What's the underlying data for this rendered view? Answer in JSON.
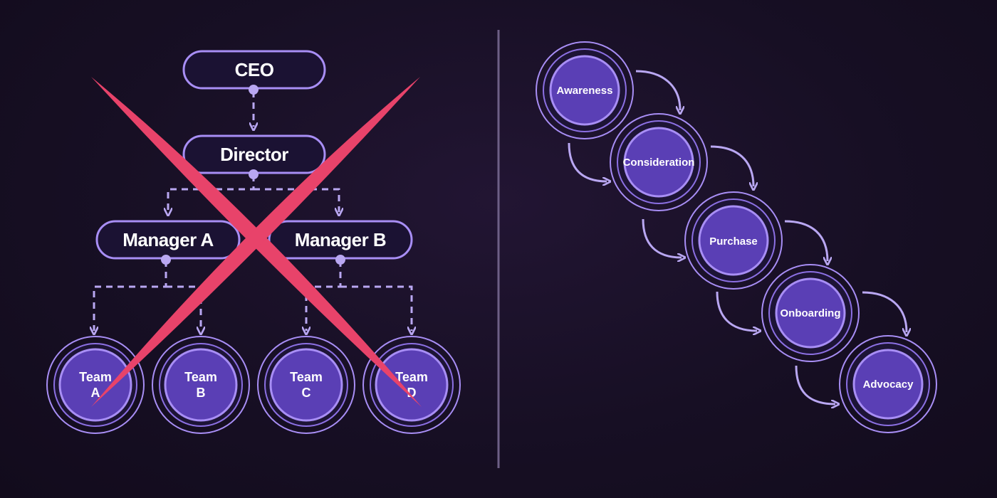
{
  "org_chart": {
    "ceo": "CEO",
    "director": "Director",
    "managers": [
      "Manager A",
      "Manager B"
    ],
    "teams": [
      {
        "line1": "Team",
        "line2": "A"
      },
      {
        "line1": "Team",
        "line2": "B"
      },
      {
        "line1": "Team",
        "line2": "C"
      },
      {
        "line1": "Team",
        "line2": "D"
      }
    ],
    "crossed_out": true
  },
  "journey": {
    "stages": [
      "Awareness",
      "Consideration",
      "Purchase",
      "Onboarding",
      "Advocacy"
    ]
  },
  "colors": {
    "background": "#170f24",
    "node_fill": "#5a3fb5",
    "node_stroke": "#a88ef5",
    "connector": "#b9a7f2",
    "cross": "#e8436a"
  }
}
